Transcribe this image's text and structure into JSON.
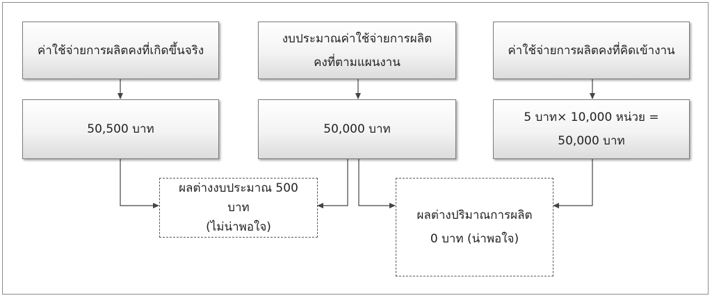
{
  "top_boxes": {
    "actual_cost": {
      "lines": [
        "ค่าใช้จ่ายการผลิตคงที่เกิดขึ้นจริง"
      ]
    },
    "budget_cost": {
      "lines": [
        "งบประมาณค่าใช้จ่ายการผลิต",
        "คงที่ตามแผนงาน"
      ]
    },
    "applied_cost": {
      "lines": [
        "ค่าใช้จ่ายการผลิตคงที่คิดเข้างาน"
      ]
    }
  },
  "middle_boxes": {
    "actual_value": {
      "lines": [
        "50,500 บาท"
      ]
    },
    "budget_value": {
      "lines": [
        "50,000 บาท"
      ]
    },
    "applied_value": {
      "lines": [
        "5 บาท× 10,000 หน่วย =",
        "50,000 บาท"
      ]
    }
  },
  "result_boxes": {
    "budget_variance": {
      "lines": [
        "ผลต่างงบประมาณ 500",
        "บาท",
        "(ไม่น่าพอใจ)"
      ]
    },
    "volume_variance": {
      "lines": [
        "ผลต่างปริมาณการผลิต",
        "0 บาท (น่าพอใจ)"
      ]
    }
  },
  "colors": {
    "box_border": "#7a7a7a",
    "box_gradient_top": "#ffffff",
    "box_gradient_bottom": "#dcdcdc",
    "connector": "#444444",
    "text": "#222222"
  }
}
